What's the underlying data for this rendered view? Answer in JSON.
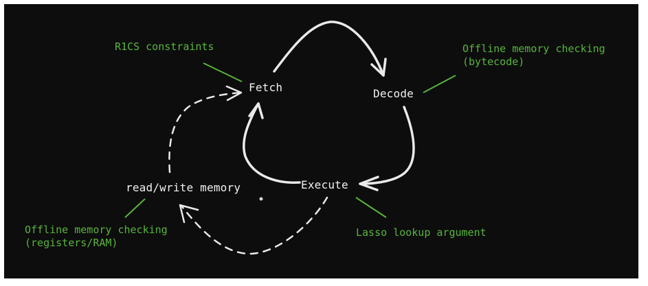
{
  "colors": {
    "background": "#0d0d0d",
    "node_text": "#f1f1f1",
    "annotation": "#58b53c",
    "arrow": "#eaeaea"
  },
  "nodes": {
    "fetch": "Fetch",
    "decode": "Decode",
    "execute": "Execute",
    "memory": "read/write memory"
  },
  "annotations": {
    "fetch": "R1CS constraints",
    "decode": [
      "Offline memory checking",
      "(bytecode)"
    ],
    "execute": "Lasso lookup argument",
    "memory": [
      "Offline memory checking",
      "(registers/RAM)"
    ]
  },
  "edges": [
    {
      "from": "fetch",
      "to": "decode",
      "style": "solid"
    },
    {
      "from": "decode",
      "to": "execute",
      "style": "solid"
    },
    {
      "from": "execute",
      "to": "fetch",
      "style": "solid"
    },
    {
      "from": "execute",
      "to": "memory",
      "style": "dashed"
    },
    {
      "from": "memory",
      "to": "fetch",
      "style": "dashed"
    }
  ]
}
